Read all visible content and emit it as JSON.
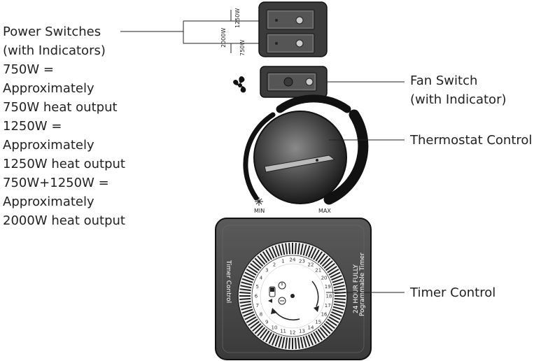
{
  "left_notes": {
    "line1": "Power Switches",
    "line2": "(with Indicators)",
    "line3": "750W =",
    "line4": "Approximately",
    "line5": "750W heat output",
    "line6": "1250W =",
    "line7": "Approximately",
    "line8": "1250W heat output",
    "line9": "750W+1250W =",
    "line10": "Approximately",
    "line11": "2000W heat output"
  },
  "power_switch_labels": {
    "top": "1250W",
    "combined": "2000W",
    "bottom": "750W"
  },
  "fan_switch": {
    "line1": "Fan Switch",
    "line2": "(with Indicator)"
  },
  "thermostat": {
    "label": "Thermostat Control",
    "min": "MIN",
    "max": "MAX"
  },
  "timer": {
    "label": "Timer Control",
    "panel_label": "Timer  Control",
    "side_text_1": "24 HOUR FULLY",
    "side_text_2": "Pogrammable Timer",
    "hours": [
      "1",
      "2",
      "3",
      "4",
      "5",
      "6",
      "7",
      "8",
      "9",
      "10",
      "11",
      "12",
      "13",
      "14",
      "15",
      "16",
      "17",
      "18",
      "19",
      "20",
      "21",
      "22",
      "23",
      "24"
    ]
  }
}
